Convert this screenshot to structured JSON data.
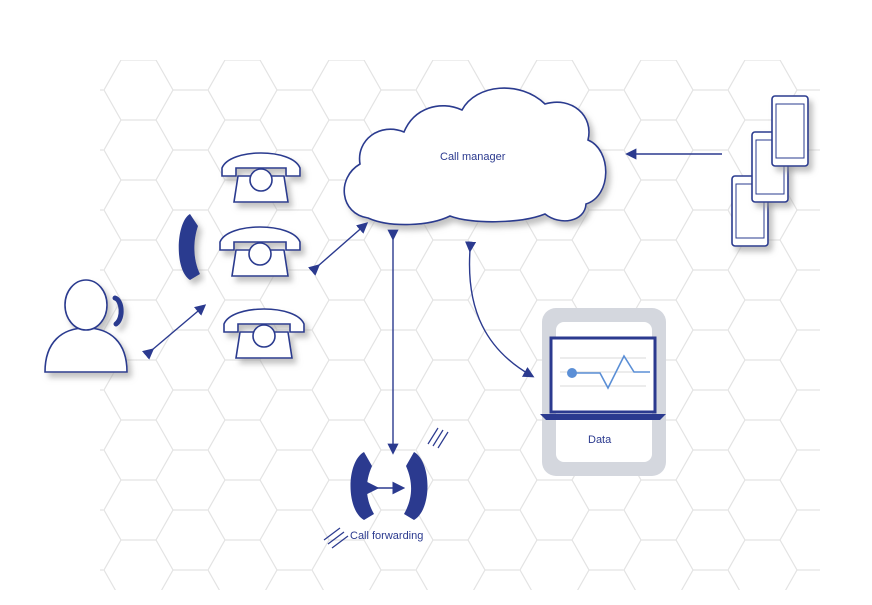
{
  "diagram": {
    "cloud_label": "Call manager",
    "data_label": "Data",
    "call_forwarding_label": "Call forwarding"
  },
  "colors": {
    "primary": "#2b3a8f",
    "hex_grid": "#e3e3e3",
    "panel": "#d4d7de",
    "shadow": "#b8b8b8"
  },
  "icons": [
    "user-headset-icon",
    "handset-icon",
    "desk-phone-icon",
    "cloud-icon",
    "smartphone-icon",
    "laptop-chart-icon",
    "call-forwarding-icon"
  ]
}
